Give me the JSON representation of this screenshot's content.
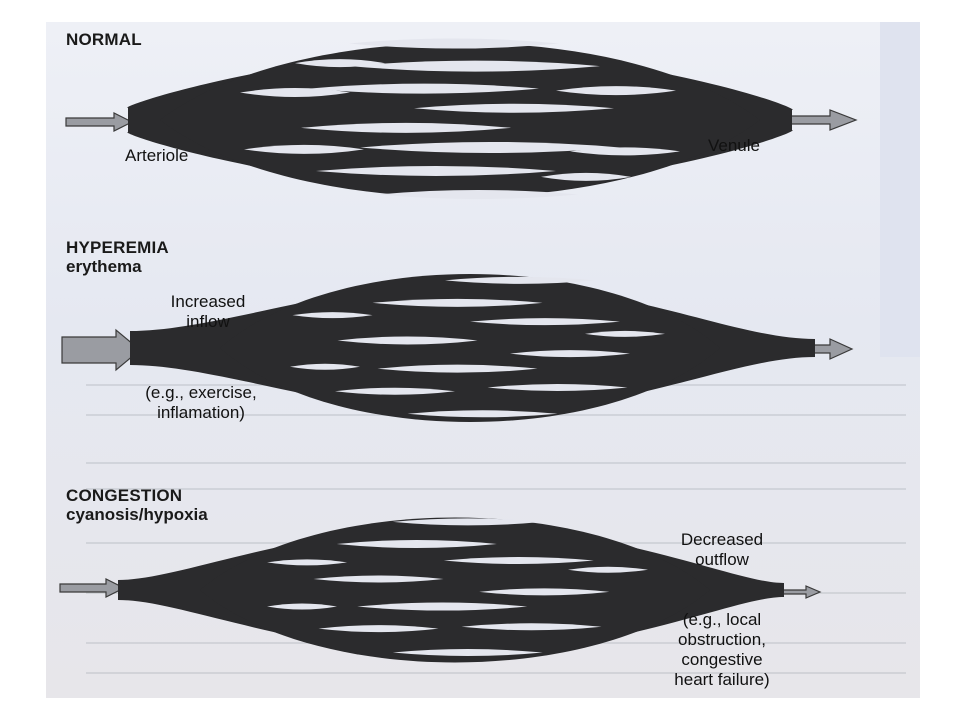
{
  "sections": [
    {
      "heading": "NORMAL",
      "subheading": "",
      "labels": {
        "inflow": "Arteriole",
        "outflow": "Venule"
      }
    },
    {
      "heading": "HYPEREMIA",
      "subheading": "erythema",
      "labels": {
        "cause_title_1": "Increased",
        "cause_title_2": "inflow",
        "cause_example_1": "(e.g., exercise,",
        "cause_example_2": "inflamation)"
      }
    },
    {
      "heading": "CONGESTION",
      "subheading": "cyanosis/hypoxia",
      "labels": {
        "cause_title_1": "Decreased",
        "cause_title_2": "outflow",
        "cause_example_1": "(e.g., local",
        "cause_example_2": "obstruction,",
        "cause_example_3": "congestive",
        "cause_example_4": "heart failure)"
      }
    }
  ],
  "colors": {
    "vessel": "#2b2b2d",
    "gap": "#e4e6ee",
    "arrow": "#9a9ca2",
    "arrow_outline": "#3a3a3a"
  }
}
